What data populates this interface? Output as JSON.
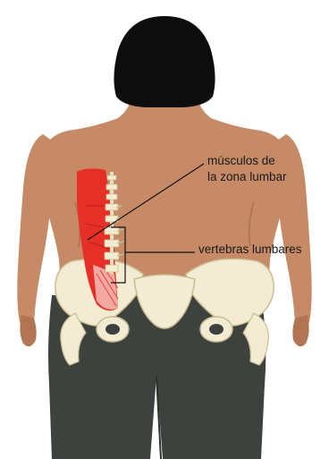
{
  "diagram": {
    "labels": {
      "muscles_line1": "músculos de",
      "muscles_line2": "la zona lumbar",
      "vertebrae": "vertebras lumbares"
    },
    "colors": {
      "skin": "#c68a66",
      "skin_shadow": "#b27554",
      "hair": "#0d0d0d",
      "trousers": "#3e423e",
      "bone": "#f3ecd3",
      "bone_outline": "#c9bd93",
      "muscle": "#e63027",
      "muscle_light": "#f2a9a2",
      "leader_line": "#111111"
    }
  }
}
